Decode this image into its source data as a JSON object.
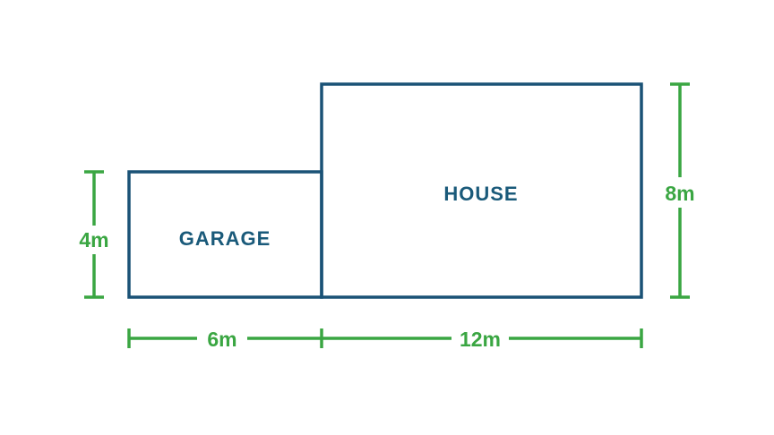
{
  "colors": {
    "outline": "#1a5276",
    "room_text": "#1a5a7a",
    "dimension": "#3aa642"
  },
  "rooms": {
    "garage": {
      "label": "GARAGE"
    },
    "house": {
      "label": "HOUSE"
    }
  },
  "dimensions": {
    "garage_height": "4m",
    "garage_width": "6m",
    "house_width": "12m",
    "house_height": "8m"
  }
}
